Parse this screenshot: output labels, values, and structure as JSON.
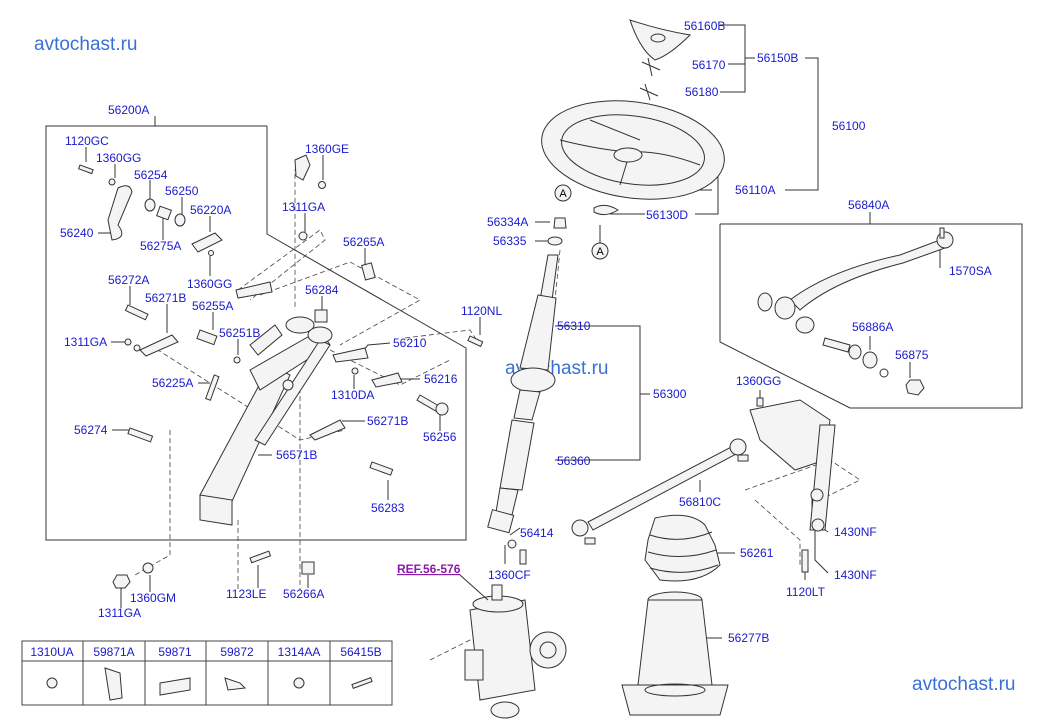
{
  "watermarks": [
    "avtochast.ru",
    "avtochast.ru",
    "avtochast.ru"
  ],
  "reference": "REF.56-576",
  "callouts": [
    "A",
    "A"
  ],
  "labels": [
    "56200A",
    "1120GC",
    "1360GG",
    "56254",
    "56250",
    "56220A",
    "56240",
    "56275A",
    "1360GG",
    "56272A",
    "56271B",
    "56255A",
    "1311GA",
    "56251B",
    "56225A",
    "56274",
    "1360GE",
    "1311GA",
    "56265A",
    "56284",
    "1120NL",
    "56210",
    "56216",
    "1310DA",
    "56271B",
    "56256",
    "56571B",
    "56283",
    "1311GA",
    "1360GM",
    "1123LE",
    "56266A",
    "56160B",
    "56170",
    "56180",
    "56150B",
    "56100",
    "56110A",
    "56130D",
    "56334A",
    "56335",
    "56310",
    "56300",
    "56360",
    "56414",
    "1360CF",
    "56840A",
    "1570SA",
    "56886A",
    "56875",
    "1360GG",
    "56810C",
    "56261",
    "1430NF",
    "1430NF",
    "1120LT",
    "56277B"
  ],
  "parts_table": [
    "1310UA",
    "59871A",
    "59871",
    "59872",
    "1314AA",
    "56415B"
  ],
  "colors": {
    "label": "#1a1acc",
    "reference": "#8a1aa8",
    "watermark": "#3a6fd8"
  }
}
